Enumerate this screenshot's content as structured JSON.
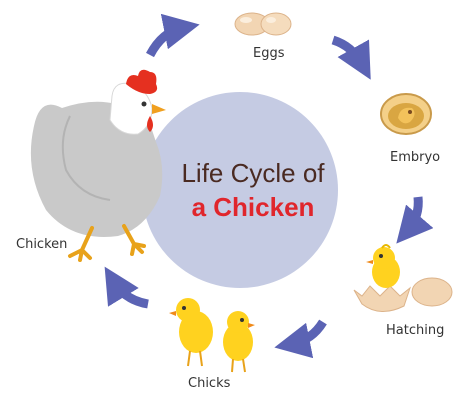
{
  "title": {
    "line1": "Life Cycle of",
    "line2": "a Chicken"
  },
  "stages": {
    "eggs": "Eggs",
    "embryo": "Embryo",
    "hatching": "Hatching",
    "chicks": "Chicks",
    "chicken": "Chicken"
  },
  "colors": {
    "circle": "#c5cbe3",
    "arrow": "#5b63b4",
    "title_dark": "#4a2a22",
    "title_red": "#e0262c",
    "chick": "#ffd21f",
    "egg": "#f2d5b3",
    "hen": "#c9c9c9",
    "comb": "#e53020"
  }
}
